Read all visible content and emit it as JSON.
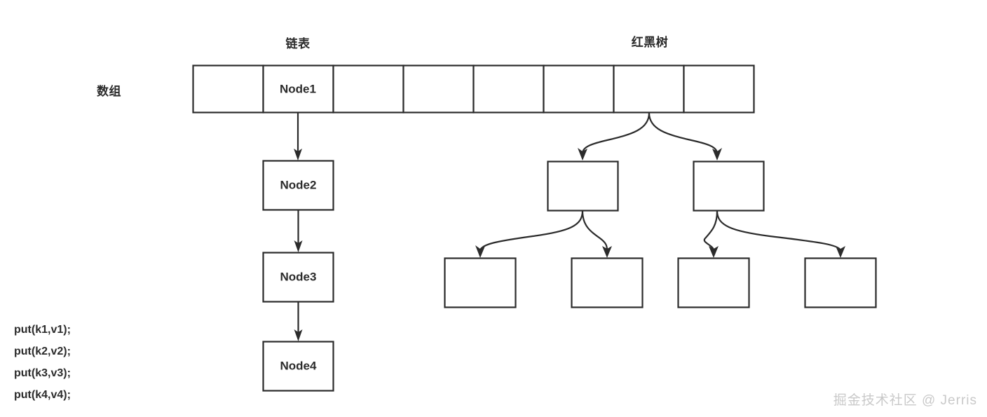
{
  "diagram": {
    "type": "hashmap-structure-diagram",
    "labels": {
      "array": "数组",
      "linked_list": "链表",
      "red_black_tree": "红黑树"
    },
    "array": {
      "cell_count": 8,
      "cells": [
        "",
        "Node1",
        "",
        "",
        "",
        "",
        "",
        ""
      ],
      "linked_list_cell_index": 1,
      "tree_cell_index": 6
    },
    "linked_list": {
      "nodes": [
        "Node2",
        "Node3",
        "Node4"
      ],
      "head_in_array": "Node1"
    },
    "tree": {
      "level1": [
        "",
        ""
      ],
      "level2": [
        "",
        "",
        "",
        ""
      ]
    },
    "code": {
      "lines": [
        "put(k1,v1);",
        "put(k2,v2);",
        "put(k3,v3);",
        "put(k4,v4);"
      ]
    },
    "watermark": "掘金技术社区 @ Jerris",
    "colors": {
      "stroke": "#2b2b2b",
      "fill": "#ffffff",
      "background": "#ffffff",
      "watermark": "#c9c9c9"
    }
  }
}
